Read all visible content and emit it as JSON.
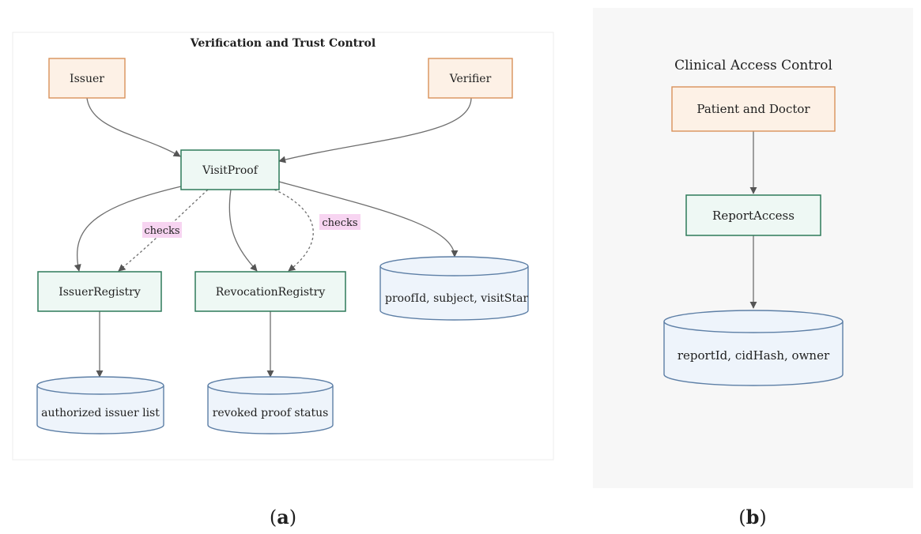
{
  "panel_a": {
    "title": "Verification and Trust Control",
    "nodes": {
      "issuer": "Issuer",
      "verifier": "Verifier",
      "visitproof": "VisitProof",
      "issuer_registry": "IssuerRegistry",
      "revocation_registry": "RevocationRegistry",
      "proof_store": "proofId, subject, visitStar",
      "issuer_list": "authorized issuer list",
      "proof_status": "revoked proof status"
    },
    "edge_labels": {
      "checks_issuer": "checks",
      "checks_revocation": "checks"
    },
    "caption_letter": "a"
  },
  "panel_b": {
    "title": "Clinical Access Control",
    "nodes": {
      "patient_doctor": "Patient and Doctor",
      "report_access": "ReportAccess",
      "report_store": "reportId, cidHash, owner"
    },
    "caption_letter": "b"
  },
  "colors": {
    "actor_fill": "#fdf1e6",
    "actor_stroke": "#d9915a",
    "contract_fill": "#eef8f4",
    "contract_stroke": "#2f7a5a",
    "store_fill": "#eef4fb",
    "store_stroke": "#5d7fa6",
    "edge": "#6e6e6e",
    "check_label_bg": "#f7d4f1"
  }
}
